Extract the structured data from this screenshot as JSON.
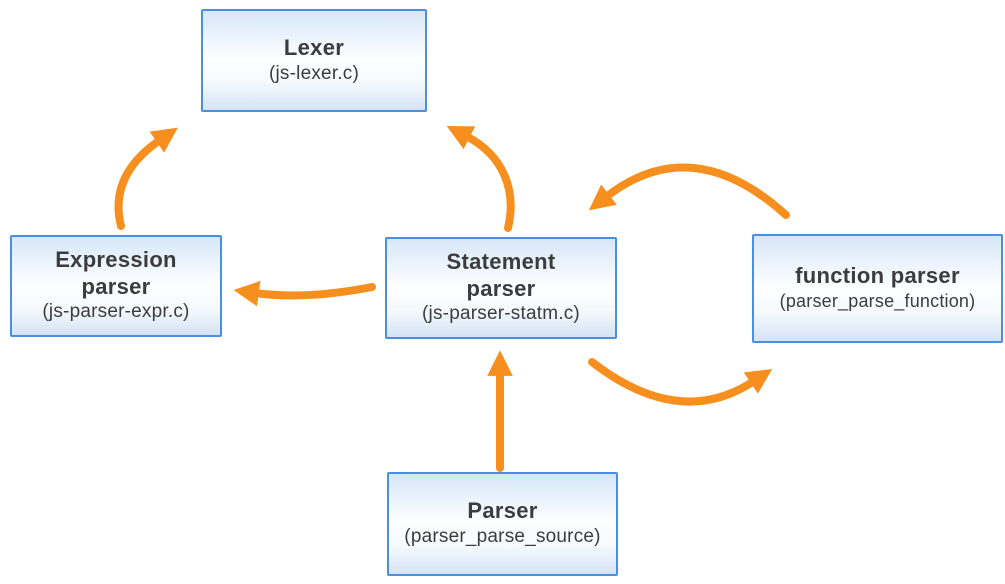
{
  "diagram": {
    "colors": {
      "arrow": "#F78F1E",
      "node_border": "#4A90E2",
      "node_fill_top": "#D7E7F9",
      "node_fill_middle": "#FDFEFF",
      "node_fill_bottom": "#D5E3F5",
      "text": "#3C3C3E",
      "background": "#FFFFFF"
    },
    "nodes": [
      {
        "id": "lexer",
        "title": "Lexer",
        "subtitle": "(js-lexer.c)"
      },
      {
        "id": "expression-parser",
        "title": "Expression parser",
        "subtitle": "(js-parser-expr.c)"
      },
      {
        "id": "statement-parser",
        "title": "Statement parser",
        "subtitle": "(js-parser-statm.c)"
      },
      {
        "id": "function-parser",
        "title": "function parser",
        "subtitle": "(parser_parse_function)"
      },
      {
        "id": "parser",
        "title": "Parser",
        "subtitle": "(parser_parse_source)"
      }
    ],
    "edges": [
      {
        "from": "expression-parser",
        "to": "lexer"
      },
      {
        "from": "statement-parser",
        "to": "lexer"
      },
      {
        "from": "statement-parser",
        "to": "expression-parser"
      },
      {
        "from": "function-parser",
        "to": "statement-parser"
      },
      {
        "from": "statement-parser",
        "to": "function-parser"
      },
      {
        "from": "parser",
        "to": "statement-parser"
      }
    ]
  }
}
